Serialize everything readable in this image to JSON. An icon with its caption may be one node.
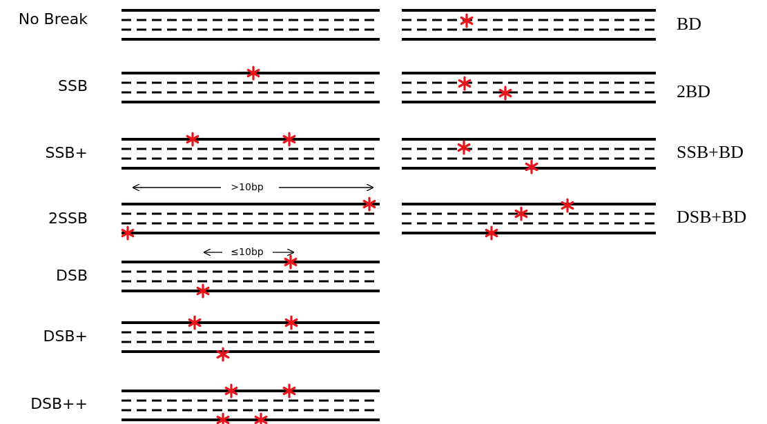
{
  "diagram": {
    "labels": [
      "No Break",
      "BD",
      "SSB",
      "2BD",
      "SSB+",
      "SSB+BD",
      ">10bp",
      "2SSB",
      "DSB+BD",
      "≤10bp",
      "DSB",
      "DSB+",
      "DSB++"
    ]
  }
}
